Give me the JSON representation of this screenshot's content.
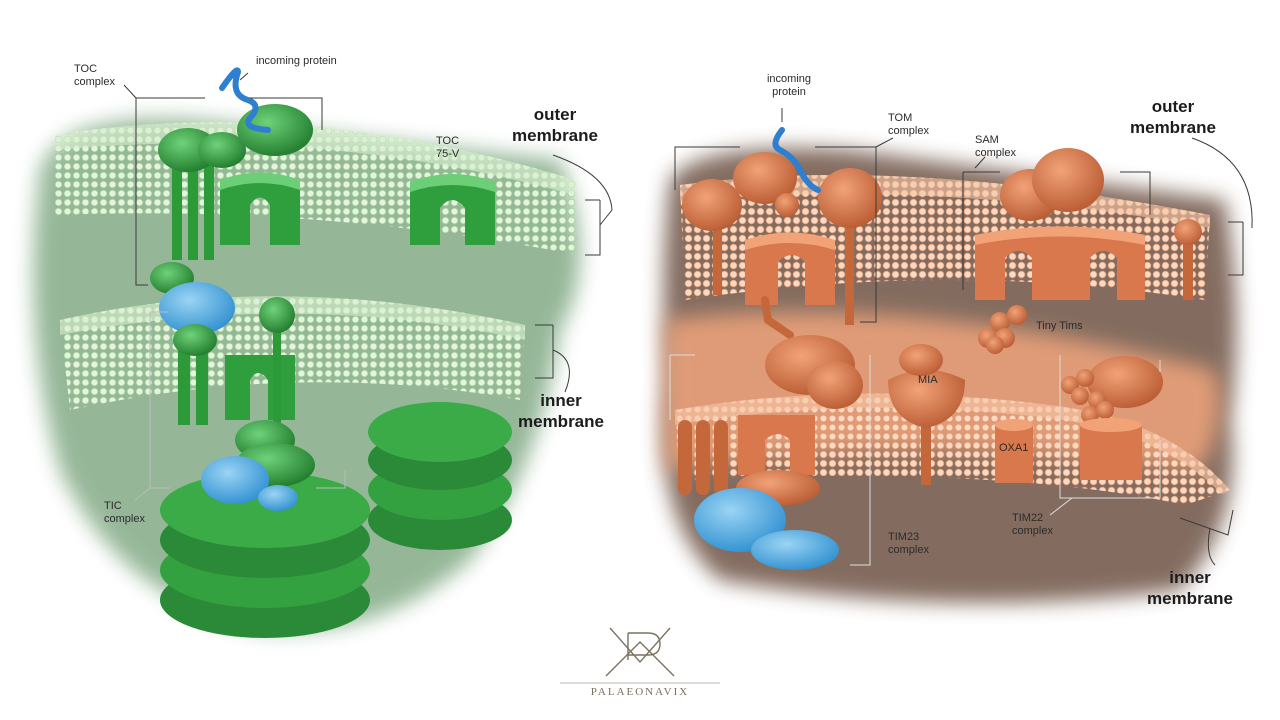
{
  "colors": {
    "plastid_green": "#2f9e3c",
    "plastid_light": "#c8e8c0",
    "mito_orange": "#d9784c",
    "mito_light": "#f3b58f",
    "dark_matrix": "#5a3a2c",
    "blue_protein": "#4aa7dd",
    "logo": "#7a725e"
  },
  "icons": [
    "protein-ribbon-icon",
    "palaeonavix-logo-icon"
  ],
  "chloroplast": {
    "toc_complex": "TOC\ncomplex",
    "incoming_protein": "incoming protein",
    "toc75v": "TOC\n75-V",
    "outer_membrane": "outer\nmembrane",
    "inner_membrane": "inner\nmembrane",
    "tic_complex": "TIC\ncomplex"
  },
  "mitochondrion": {
    "incoming_protein": "incoming\nprotein",
    "tom_complex": "TOM\ncomplex",
    "sam_complex": "SAM\ncomplex",
    "outer_membrane": "outer\nmembrane",
    "tiny_tims": "Tiny Tims",
    "mia": "MIA",
    "oxa1": "OXA1",
    "tim22_complex": "TIM22\ncomplex",
    "tim23_complex": "TIM23\ncomplex",
    "inner_membrane": "inner\nmembrane"
  },
  "logo": {
    "text": "PALAEONAVIX"
  }
}
